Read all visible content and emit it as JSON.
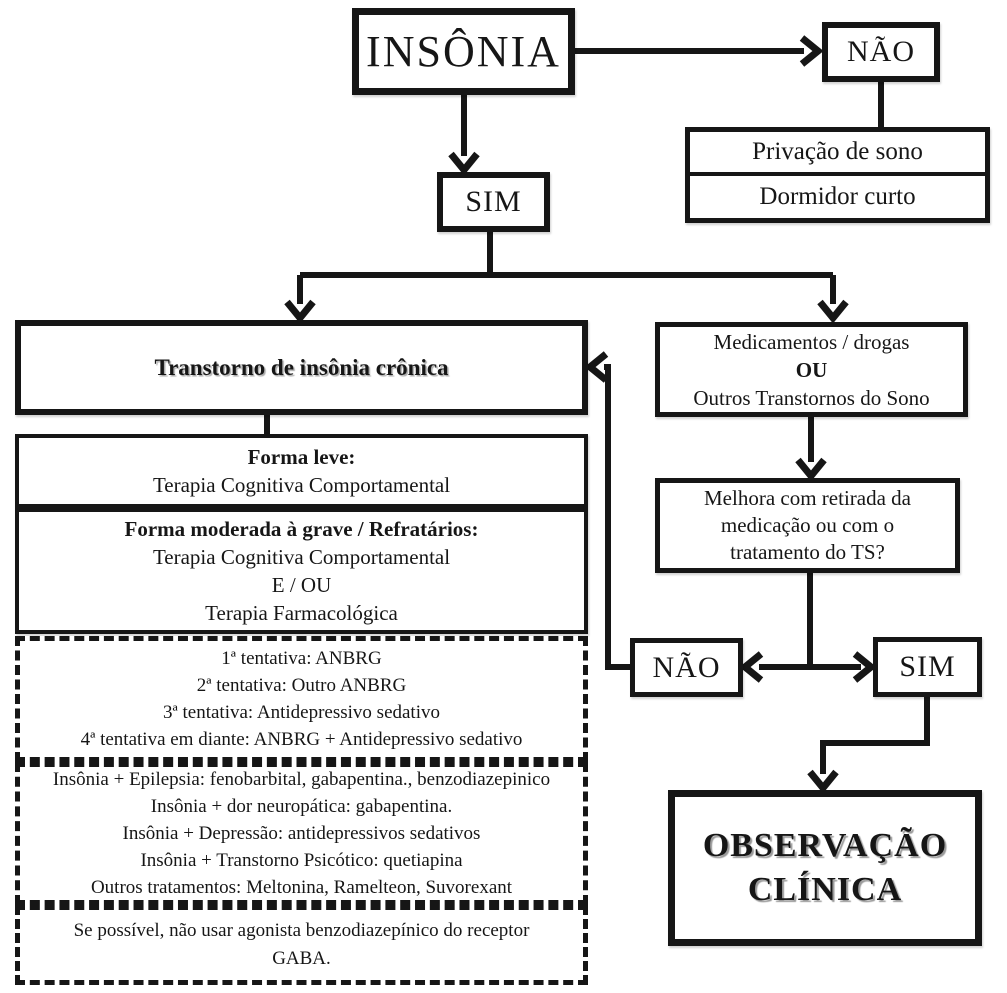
{
  "palette": {
    "ink": "#161616",
    "paper": "#ffffff"
  },
  "flowchart": {
    "start": "INSÔNIA",
    "no_top": "NÃO",
    "no_outcome_1": "Privação de sono",
    "no_outcome_2": "Dormidor curto",
    "yes_top": "SIM",
    "chronic_title": "Transtorno de insônia crônica",
    "mild_title": "Forma leve:",
    "mild_treatment": "Terapia Cognitiva Comportamental",
    "moderate_title": "Forma moderada à grave / Refratários:",
    "moderate_line1": "Terapia Cognitiva Comportamental",
    "moderate_line2": "E / OU",
    "moderate_line3": "Terapia Farmacológica",
    "attempts": [
      "1ª tentativa: ANBRG",
      "2ª tentativa: Outro ANBRG",
      "3ª tentativa: Antidepressivo sedativo",
      "4ª tentativa em diante: ANBRG + Antidepressivo sedativo"
    ],
    "comorbidities": [
      "Insônia + Epilepsia: fenobarbital, gabapentina., benzodiazepinico",
      "Insônia + dor neuropática: gabapentina.",
      "Insônia + Depressão: antidepressivos sedativos",
      "Insônia + Transtorno Psicótico: quetiapina",
      "Outros tratamentos: Meltonina, Ramelteon, Suvorexant"
    ],
    "gaba_note": "Se possível, não usar agonista benzodiazepínico do receptor\nGABA.",
    "meds_line1": "Medicamentos / drogas",
    "meds_operator": "OU",
    "meds_line2": "Outros Transtornos do Sono",
    "improves_question": "Melhora com retirada da\nmedicação ou com o\ntratamento do TS?",
    "no_mid": "NÃO",
    "yes_mid": "SIM",
    "observation_line1": "OBSERVAÇÃO",
    "observation_line2": "CLÍNICA"
  }
}
